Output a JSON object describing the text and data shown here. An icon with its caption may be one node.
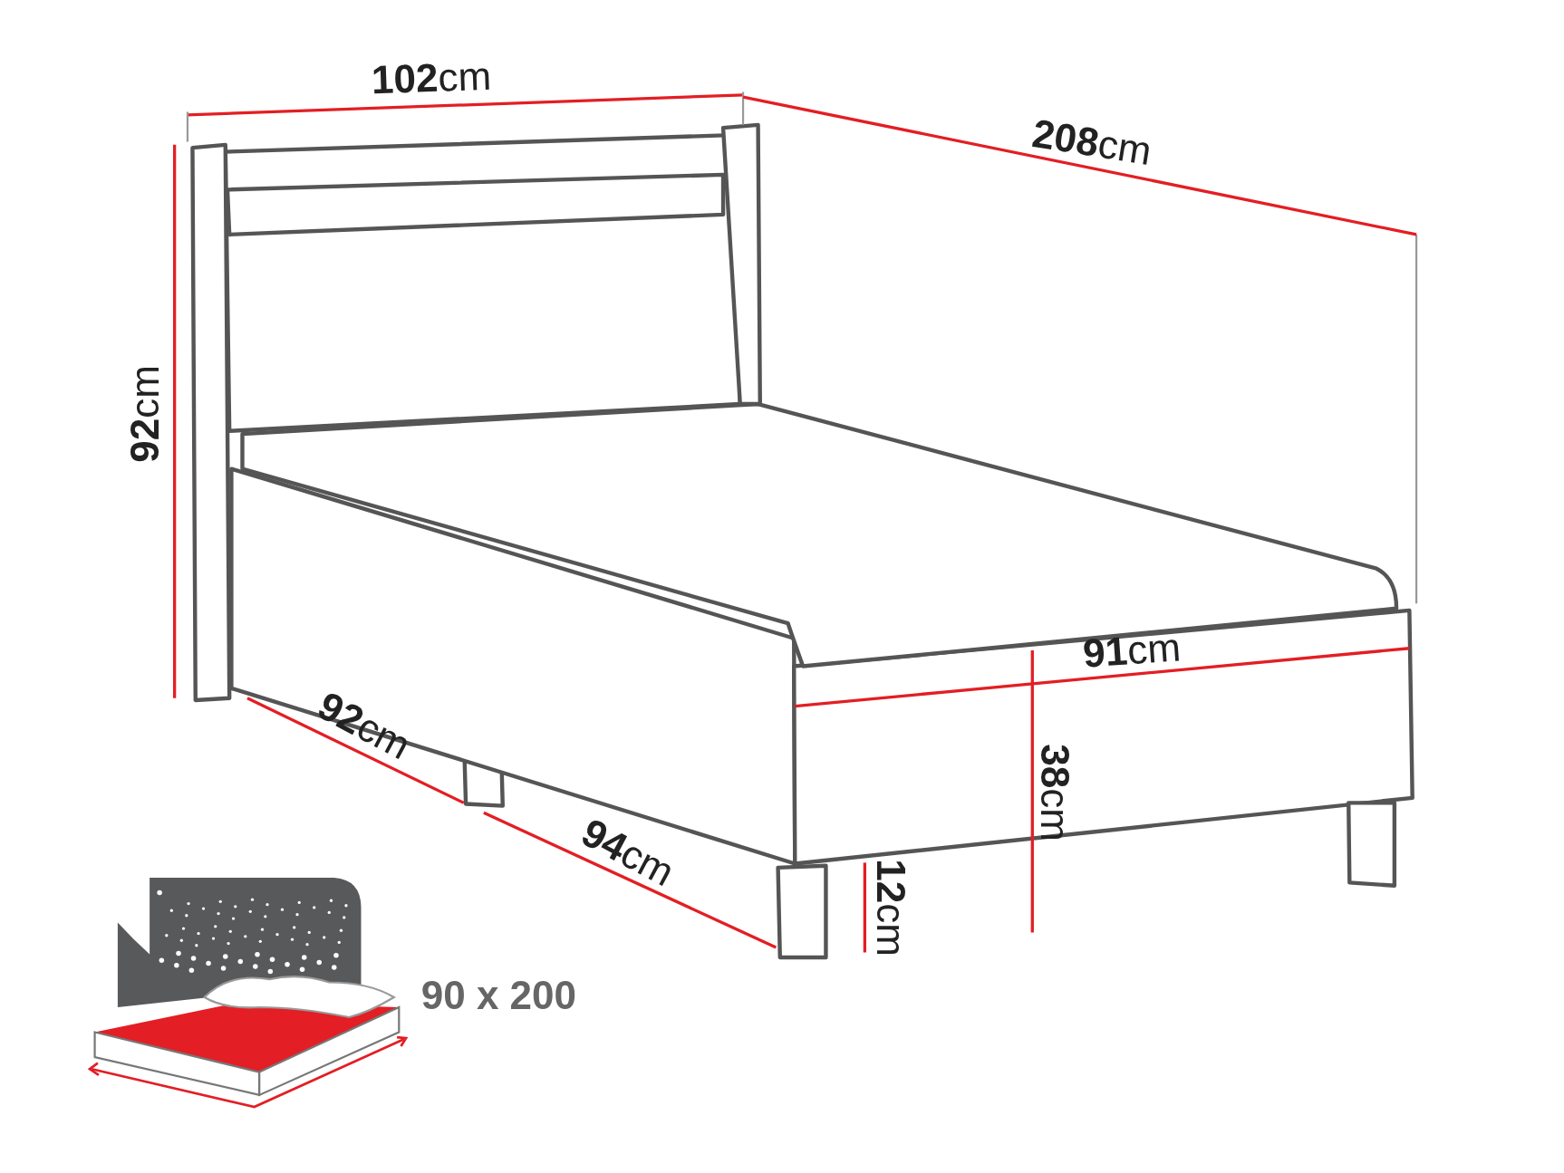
{
  "diagram": {
    "labels": [
      "**102**cm",
      "**208**cm",
      "**92**cm",
      "**91**cm",
      "**92**cm",
      "**38**cm",
      "**94**cm",
      "**12**cm",
      "90 x 200"
    ]
  }
}
